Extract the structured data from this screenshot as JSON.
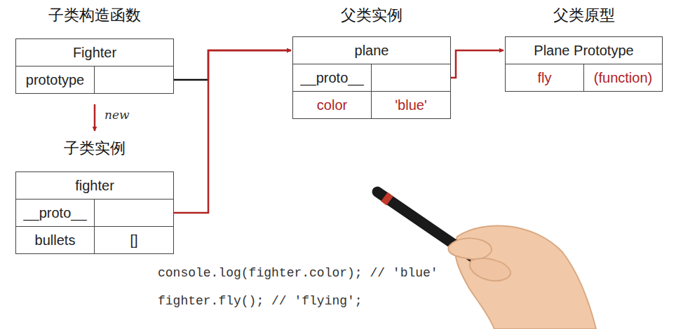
{
  "diagram": {
    "nodes": [
      {
        "text": [
          "子类构造函数",
          "Fighter",
          "prototype"
        ]
      },
      {
        "text": [
          "子类实例",
          "fighter",
          "__proto__",
          "bullets",
          "[]"
        ]
      },
      {
        "text": [
          "父类实例",
          "plane",
          "__proto__",
          "color",
          "'blue'"
        ]
      },
      {
        "text": [
          "父类原型",
          "Plane Prototype",
          "fly",
          "(function)"
        ]
      }
    ],
    "edges": [
      {
        "from": 0,
        "to": 2,
        "arrow": "to"
      },
      {
        "from": 1,
        "to": 2,
        "arrow": "to"
      },
      {
        "from": 2,
        "to": 3,
        "arrow": "to"
      },
      {
        "from": 0,
        "to": 1,
        "arrow": "to",
        "label": "new"
      }
    ],
    "labels": [
      "console.log(fighter.color); // 'blue'",
      "fighter.fly(); // 'flying';"
    ]
  }
}
